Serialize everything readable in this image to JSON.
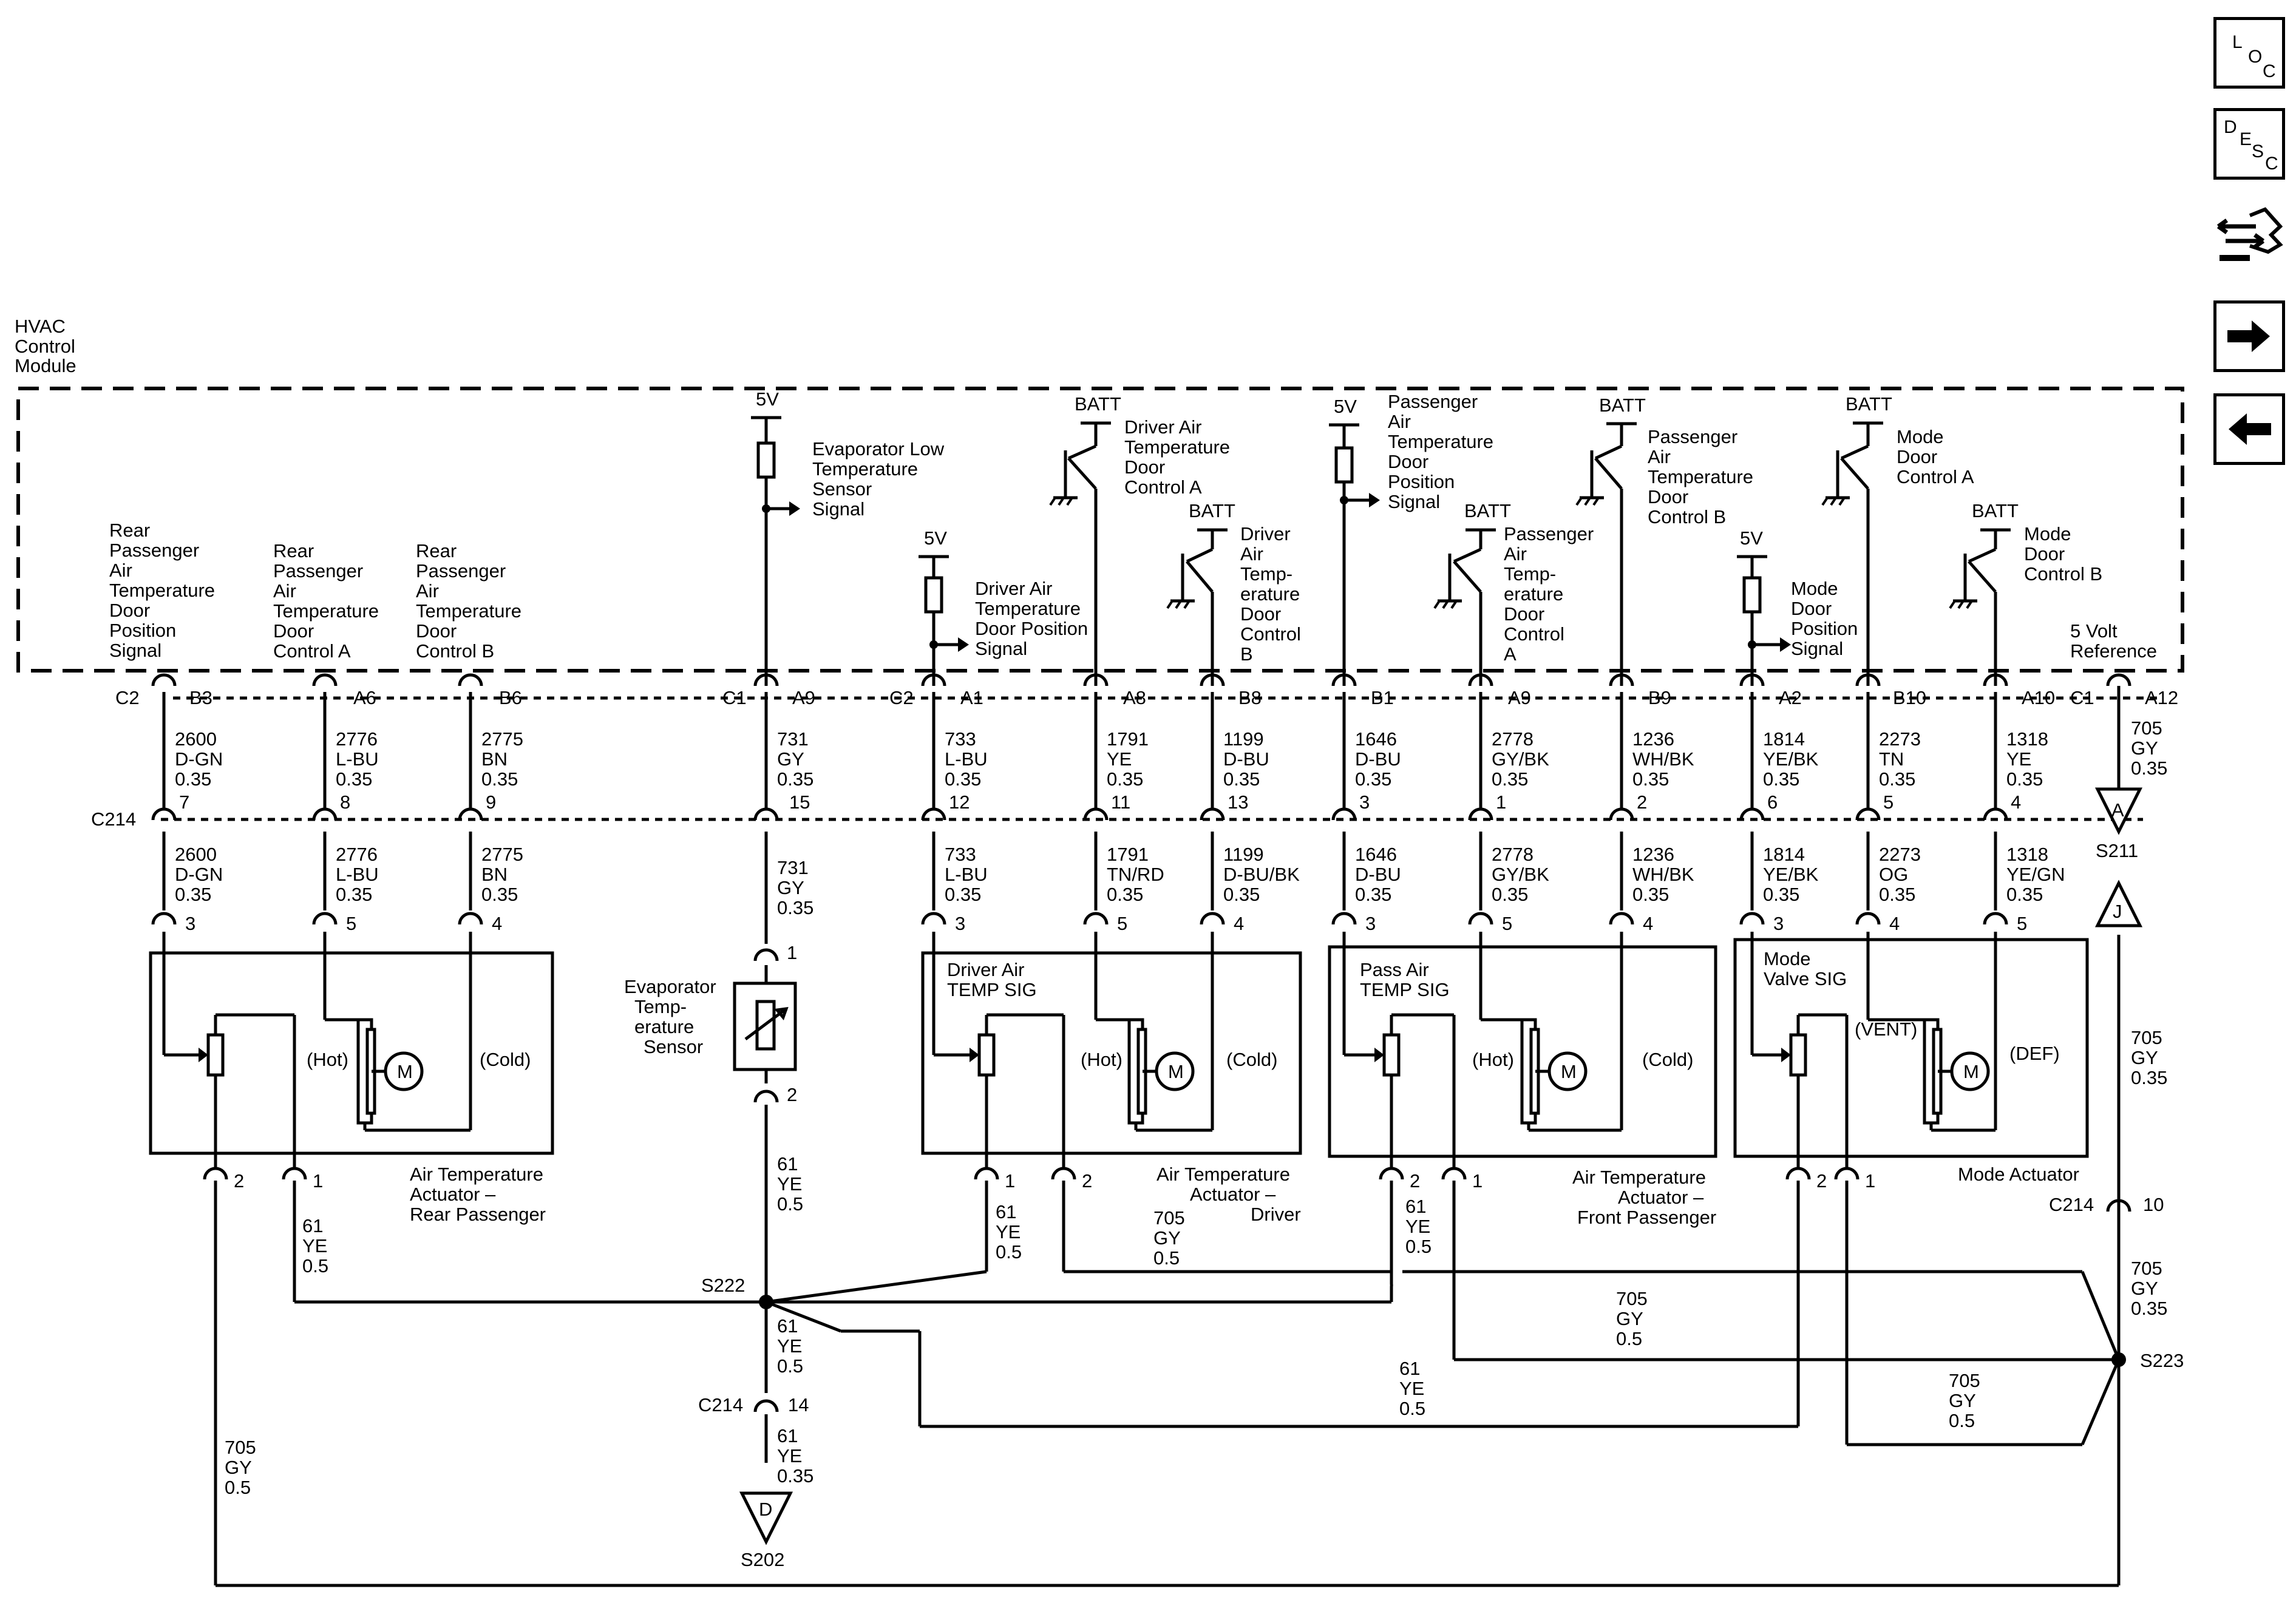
{
  "module": {
    "name_lines": [
      "HVAC",
      "Control",
      "Module"
    ],
    "left_pins": [
      {
        "connector": "C2",
        "pin": "B3",
        "desc": [
          "Rear",
          "Passenger",
          "Air",
          "Temperature",
          "Door",
          "Position",
          "Signal"
        ],
        "circuit": "2600",
        "color": "D-GN",
        "size": "0.35",
        "c214_pin": "7",
        "circuit2": "2600",
        "color2": "D-GN",
        "size2": "0.35",
        "act_pin": "3"
      },
      {
        "connector": "",
        "pin": "A6",
        "desc": [
          "Rear",
          "Passenger",
          "Air",
          "Temperature",
          "Door",
          "Control A"
        ],
        "circuit": "2776",
        "color": "L-BU",
        "size": "0.35",
        "c214_pin": "8",
        "circuit2": "2776",
        "color2": "L-BU",
        "size2": "0.35",
        "act_pin": "5"
      },
      {
        "connector": "",
        "pin": "B6",
        "desc": [
          "Rear",
          "Passenger",
          "Air",
          "Temperature",
          "Door",
          "Control B"
        ],
        "circuit": "2775",
        "color": "BN",
        "size": "0.35",
        "c214_pin": "9",
        "circuit2": "2775",
        "color2": "BN",
        "size2": "0.35",
        "act_pin": "4"
      }
    ],
    "evap": {
      "connector": "C1",
      "pin": "A9",
      "supply": "5V",
      "desc": [
        "Evaporator Low",
        "Temperature",
        "Sensor",
        "Signal"
      ],
      "circuit": "731",
      "color": "GY",
      "size": "0.35",
      "c214_pin": "15",
      "circuit2": "731",
      "color2": "GY",
      "size2": "0.35",
      "sensor_pin_top": "1",
      "sensor_pin_bottom": "2",
      "sensor_label": [
        "Evaporator",
        "Temp-",
        "erature",
        "Sensor"
      ],
      "ground_circuit": "61",
      "ground_color": "YE",
      "ground_size": "0.5"
    },
    "driver_pins": [
      {
        "connector": "C2",
        "pin": "A1",
        "supply": "5V",
        "desc": [
          "Driver Air",
          "Temperature",
          "Door Position",
          "Signal"
        ],
        "circuit": "733",
        "color": "L-BU",
        "size": "0.35",
        "c214_pin": "12",
        "circuit2": "733",
        "color2": "L-BU",
        "size2": "0.35",
        "act_pin": "3"
      },
      {
        "connector": "",
        "pin": "A8",
        "supply": "BATT",
        "desc": [
          "Driver Air",
          "Temperature",
          "Door",
          "Control A"
        ],
        "circuit": "1791",
        "color": "YE",
        "size": "0.35",
        "c214_pin": "11",
        "circuit2": "1791",
        "color2": "TN/RD",
        "size2": "0.35",
        "act_pin": "5"
      },
      {
        "connector": "",
        "pin": "B8",
        "supply": "BATT",
        "desc": [
          "Driver",
          "Air",
          "Temp-",
          "erature",
          "Door",
          "Control",
          "B"
        ],
        "circuit": "1199",
        "color": "D-BU",
        "size": "0.35",
        "c214_pin": "13",
        "circuit2": "1199",
        "color2": "D-BU/BK",
        "size2": "0.35",
        "act_pin": "4"
      }
    ],
    "pass_pins": [
      {
        "connector": "",
        "pin": "B1",
        "supply": "5V",
        "desc": [
          "Passenger",
          "Air",
          "Temperature",
          "Door",
          "Position",
          "Signal"
        ],
        "circuit": "1646",
        "color": "D-BU",
        "size": "0.35",
        "c214_pin": "3",
        "circuit2": "1646",
        "color2": "D-BU",
        "size2": "0.35",
        "act_pin": "3"
      },
      {
        "connector": "",
        "pin": "A9",
        "supply": "BATT",
        "desc": [
          "Passenger",
          "Air",
          "Temp-",
          "erature",
          "Door",
          "Control",
          "A"
        ],
        "circuit": "2778",
        "color": "GY/BK",
        "size": "0.35",
        "c214_pin": "1",
        "circuit2": "2778",
        "color2": "GY/BK",
        "size2": "0.35",
        "act_pin": "5"
      },
      {
        "connector": "",
        "pin": "B9",
        "supply": "BATT",
        "desc": [
          "Passenger",
          "Air",
          "Temperature",
          "Door",
          "Control B"
        ],
        "circuit": "1236",
        "color": "WH/BK",
        "size": "0.35",
        "c214_pin": "2",
        "circuit2": "1236",
        "color2": "WH/BK",
        "size2": "0.35",
        "act_pin": "4"
      }
    ],
    "mode_pins": [
      {
        "connector": "",
        "pin": "A2",
        "supply": "5V",
        "desc": [
          "Mode",
          "Door",
          "Position",
          "Signal"
        ],
        "circuit": "1814",
        "color": "YE/BK",
        "size": "0.35",
        "c214_pin": "6",
        "circuit2": "1814",
        "color2": "YE/BK",
        "size2": "0.35",
        "act_pin": "3"
      },
      {
        "connector": "",
        "pin": "B10",
        "supply": "BATT",
        "desc": [
          "Mode",
          "Door",
          "Control A"
        ],
        "circuit": "2273",
        "color": "TN",
        "size": "0.35",
        "c214_pin": "5",
        "circuit2": "2273",
        "color2": "OG",
        "size2": "0.35",
        "act_pin": "4"
      },
      {
        "connector": "",
        "pin": "A10",
        "supply": "BATT",
        "desc": [
          "Mode",
          "Door",
          "Control B"
        ],
        "circuit": "1318",
        "color": "YE",
        "size": "0.35",
        "c214_pin": "4",
        "circuit2": "1318",
        "color2": "YE/GN",
        "size2": "0.35",
        "act_pin": "5"
      }
    ],
    "ref": {
      "connector": "C1",
      "pin": "A12",
      "desc": [
        "5 Volt",
        "Reference"
      ],
      "circuit": "705",
      "color": "GY",
      "size": "0.35"
    }
  },
  "connectors": {
    "c214": "C214"
  },
  "actuators": {
    "rear": {
      "sig": "",
      "hot": "(Hot)",
      "cold": "(Cold)",
      "motor": "M",
      "pin_left": "2",
      "pin_right": "1",
      "name": [
        "Air Temperature",
        "Actuator –",
        "Rear Passenger"
      ]
    },
    "driver": {
      "sig": [
        "Driver Air",
        "TEMP SIG"
      ],
      "hot": "(Hot)",
      "cold": "(Cold)",
      "motor": "M",
      "pin_left": "1",
      "pin_right": "2",
      "name": [
        "Air Temperature",
        "Actuator –",
        "Driver"
      ]
    },
    "pass": {
      "sig": [
        "Pass Air",
        "TEMP SIG"
      ],
      "hot": "(Hot)",
      "cold": "(Cold)",
      "motor": "M",
      "pin_left": "2",
      "pin_right": "1",
      "name": [
        "Air Temperature",
        "Actuator –",
        "Front Passenger"
      ]
    },
    "mode": {
      "sig": [
        "Mode",
        "Valve SIG"
      ],
      "hot": "(VENT)",
      "cold": "(DEF)",
      "motor": "M",
      "pin_left": "2",
      "pin_right": "1",
      "name": [
        "Mode Actuator"
      ]
    }
  },
  "splices": {
    "s222": "S222",
    "s223": "S223",
    "s211": "S211",
    "s202": "S202",
    "tri_a": "A",
    "tri_j": "J",
    "tri_d": "D"
  },
  "wires": {
    "rear_gnd": [
      "61",
      "YE",
      "0.5"
    ],
    "rear_ref": [
      "705",
      "GY",
      "0.5"
    ],
    "drv_gnd": [
      "61",
      "YE",
      "0.5"
    ],
    "drv_ref": [
      "705",
      "GY",
      "0.5"
    ],
    "pass_gnd": [
      "61",
      "YE",
      "0.5"
    ],
    "mid_ref": [
      "705",
      "GY",
      "0.5"
    ],
    "mode_gnd": [
      "61",
      "YE",
      "0.5"
    ],
    "mode_ref": [
      "705",
      "GY",
      "0.5"
    ],
    "s222_down": [
      "61",
      "YE",
      "0.5"
    ],
    "c214_14_pin": "14",
    "c214_14_wire": [
      "61",
      "YE",
      "0.35"
    ],
    "s211_down": [
      "705",
      "GY",
      "0.35"
    ],
    "c214_10_pin": "10",
    "c214_10_wire": [
      "705",
      "GY",
      "0.35"
    ]
  },
  "nav": {
    "loc": [
      "L",
      "O",
      "C"
    ],
    "desc": [
      "D",
      "E",
      "S",
      "C"
    ],
    "icons": [
      "schematic-arrow-icon",
      "right-arrow-icon",
      "left-arrow-icon"
    ]
  }
}
